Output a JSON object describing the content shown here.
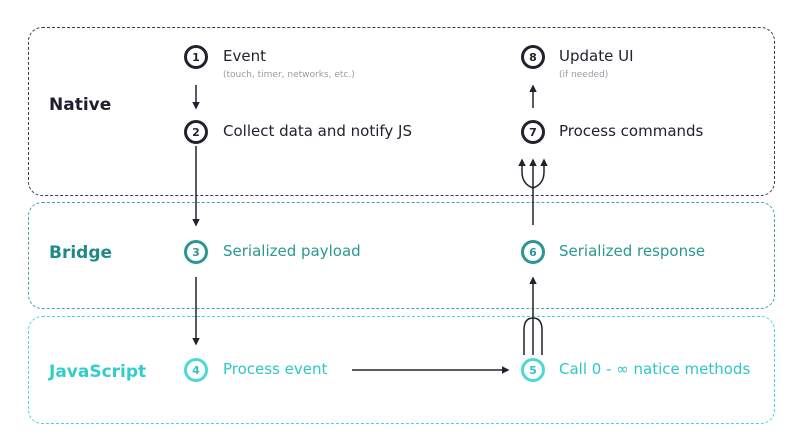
{
  "lanes": {
    "native": "Native",
    "bridge": "Bridge",
    "javascript": "JavaScript"
  },
  "steps": [
    {
      "num": "1",
      "label": "Event",
      "sub": "(touch, timer, networks, etc.)"
    },
    {
      "num": "2",
      "label": "Collect data and notify JS"
    },
    {
      "num": "3",
      "label": "Serialized payload"
    },
    {
      "num": "4",
      "label": "Process event"
    },
    {
      "num": "5",
      "label": "Call 0 - ∞ natice methods"
    },
    {
      "num": "6",
      "label": "Serialized response"
    },
    {
      "num": "7",
      "label": "Process commands"
    },
    {
      "num": "8",
      "label": "Update UI",
      "sub": "(if needed)"
    }
  ],
  "colors": {
    "native": "#22222e",
    "bridge": "#2a9794",
    "javascript": "#4dd8d8"
  }
}
